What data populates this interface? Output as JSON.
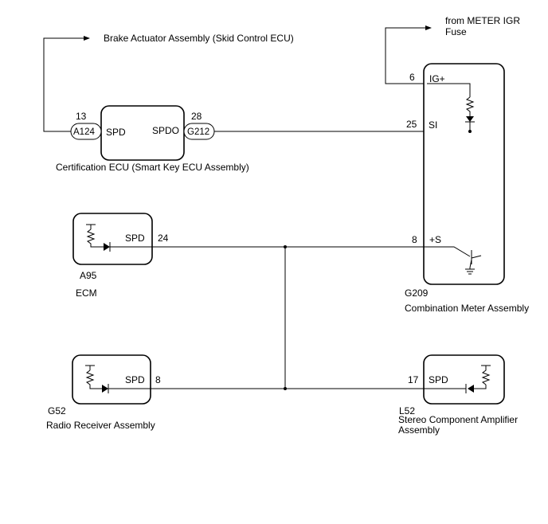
{
  "labels": {
    "brake_actuator": "Brake Actuator Assembly (Skid Control ECU)",
    "meter_igr_line1": "from METER IGR",
    "meter_igr_line2": "Fuse",
    "cert_ecu": "Certification ECU (Smart Key ECU Assembly)",
    "ecm_code": "A95",
    "ecm_name": "ECM",
    "meter_code": "G209",
    "meter_name": "Combination Meter Assembly",
    "radio_code": "G52",
    "radio_name": "Radio Receiver Assembly",
    "amp_code": "L52",
    "amp_name_line1": "Stereo Component Amplifier",
    "amp_name_line2": "Assembly"
  },
  "cert_ecu": {
    "pin_left": "13",
    "connector_left": "A124",
    "term_left": "SPD",
    "term_right": "SPDO",
    "pin_right": "28",
    "connector_right": "G212"
  },
  "meter": {
    "pin_ig": "6",
    "term_ig": "IG+",
    "pin_si": "25",
    "term_si": "SI",
    "pin_s": "8",
    "term_s": "+S"
  },
  "ecm": {
    "term": "SPD",
    "pin": "24"
  },
  "radio": {
    "term": "SPD",
    "pin": "8"
  },
  "amp": {
    "term": "SPD",
    "pin": "17"
  }
}
